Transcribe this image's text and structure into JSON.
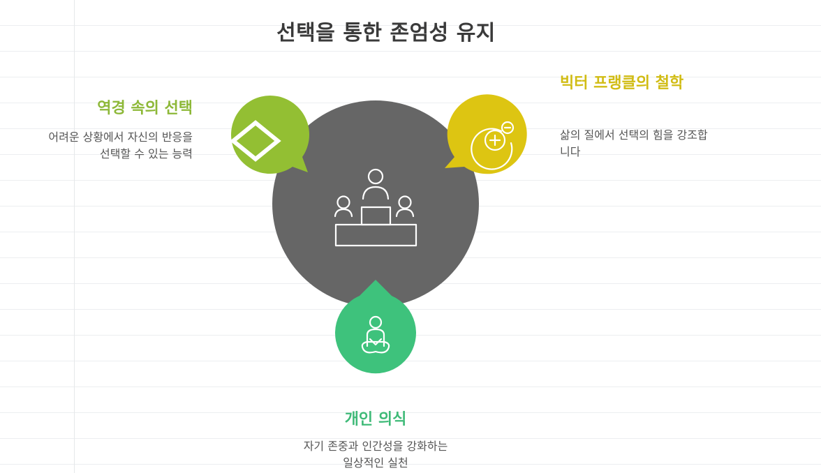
{
  "title": "선택을 통한 존엄성 유지",
  "colors": {
    "center": "#666666",
    "left": "#93bf33",
    "right": "#ddc512",
    "bottom": "#3ec27c"
  },
  "blocks": {
    "left": {
      "title": "역경 속의 선택",
      "desc": "어려운 상황에서 자신의 반응을 선택할 수 있는 능력",
      "icon": "diamond-icon"
    },
    "right": {
      "title": "빅터 프랭클의 철학",
      "desc": "삶의 질에서 선택의 힘을 강조합니다",
      "icon": "plus-minus-icon"
    },
    "bottom": {
      "title": "개인 의식",
      "desc": "자기 존중과 인간성을 강화하는 일상적인 실천",
      "icon": "meditation-icon"
    }
  },
  "center": {
    "icon": "podium-people-icon"
  }
}
